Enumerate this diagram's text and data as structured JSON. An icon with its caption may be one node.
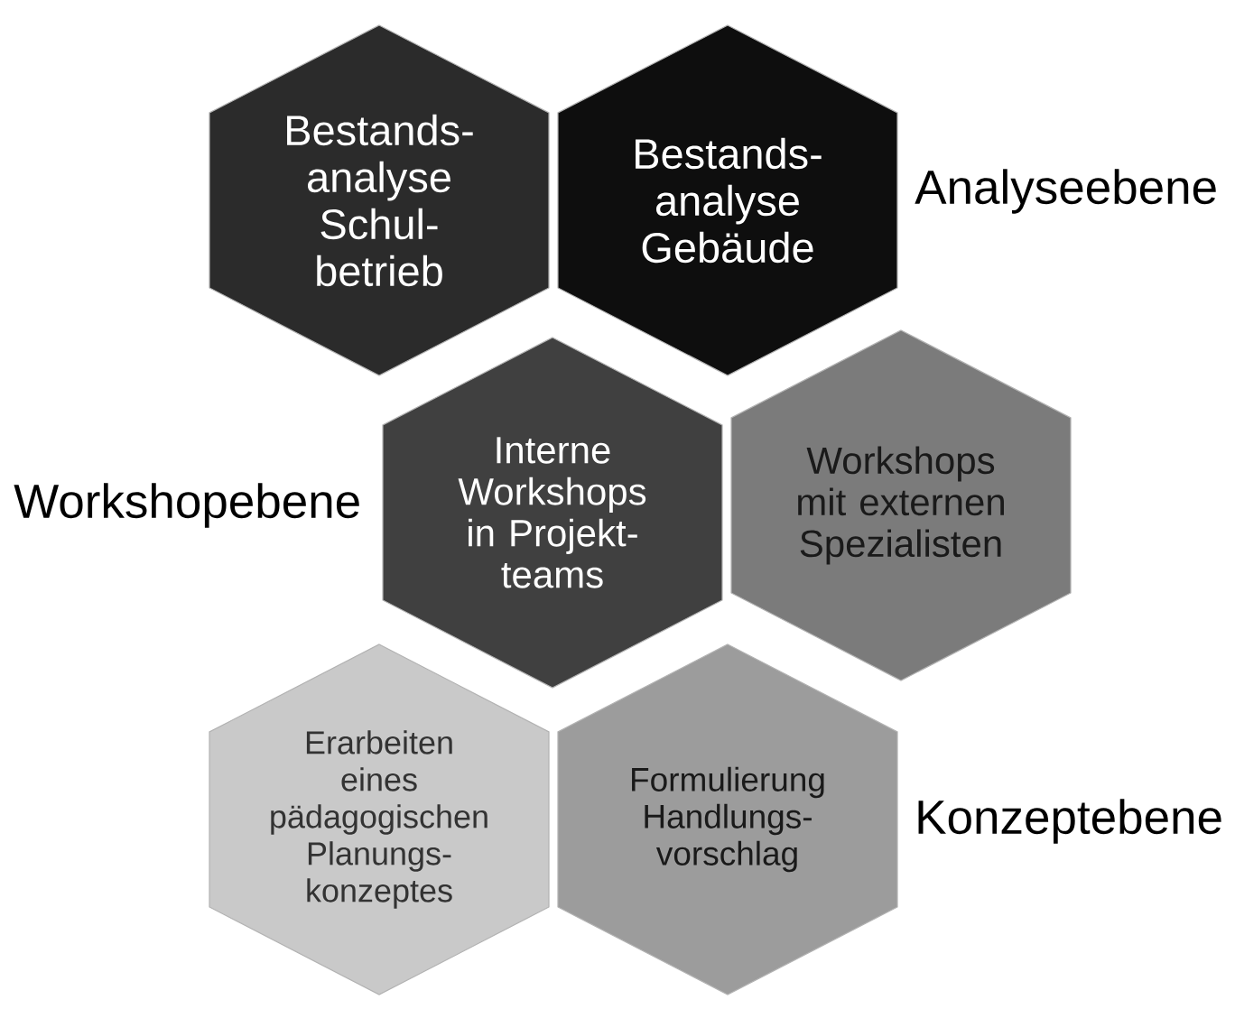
{
  "diagram": {
    "nodes": [
      {
        "text": [
          "Bestands- analyse Schul- betrieb"
        ]
      },
      {
        "text": [
          "Bestands- analyse Gebäude"
        ]
      },
      {
        "text": [
          "Interne Workshops in Projekt- teams"
        ]
      },
      {
        "text": [
          "Workshops mit externen Spezialisten"
        ]
      },
      {
        "text": [
          "Erarbeiten eines pädagogischen Planungs- konzeptes"
        ]
      },
      {
        "text": [
          "Formulierung Handlungs- vorschlag"
        ]
      }
    ],
    "labels": [
      "Analyseebene",
      "Workshopebene",
      "Konzeptebene"
    ]
  }
}
